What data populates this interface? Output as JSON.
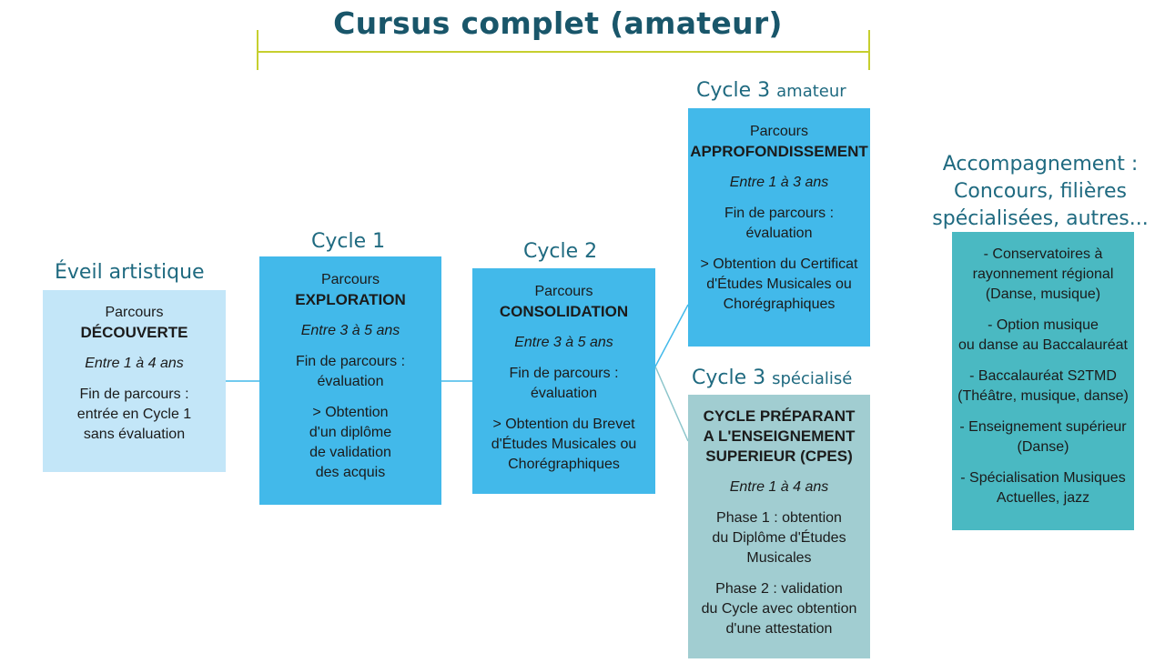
{
  "title": "Cursus complet (amateur)",
  "headings": {
    "eveil": "Éveil artistique",
    "cycle1": "Cycle 1",
    "cycle2": "Cycle 2",
    "cycle3_amateur_main": "Cycle 3",
    "cycle3_amateur_small": "amateur",
    "cycle3_special_main": "Cycle 3",
    "cycle3_special_small": "spécialisé",
    "accompagnement": [
      "Accompagnement :",
      "Concours, filières",
      "spécialisées, autres..."
    ]
  },
  "boxes": {
    "eveil": {
      "label": "Parcours",
      "name": "DÉCOUVERTE",
      "duration": "Entre 1 à 4 ans",
      "end": [
        "Fin de parcours :",
        "entrée en Cycle 1",
        "sans évaluation"
      ]
    },
    "cycle1": {
      "label": "Parcours",
      "name": "EXPLORATION",
      "duration": "Entre 3 à 5 ans",
      "end": [
        "Fin de parcours :",
        "évaluation"
      ],
      "outcome": [
        "> Obtention",
        "d'un diplôme",
        "de validation",
        "des acquis"
      ]
    },
    "cycle2": {
      "label": "Parcours",
      "name": "CONSOLIDATION",
      "duration": "Entre 3 à 5 ans",
      "end": [
        "Fin de parcours :",
        "évaluation"
      ],
      "outcome": [
        "> Obtention du Brevet",
        "d'Études Musicales ou",
        "Chorégraphiques"
      ]
    },
    "cycle3_amateur": {
      "label": "Parcours",
      "name": "APPROFONDISSEMENT",
      "duration": "Entre 1 à 3 ans",
      "end": [
        "Fin de parcours :",
        "évaluation"
      ],
      "outcome": [
        "> Obtention du Certificat",
        "d'Études Musicales ou",
        "Chorégraphiques"
      ]
    },
    "cycle3_special": {
      "name": [
        "CYCLE PRÉPARANT",
        "A L'ENSEIGNEMENT",
        "SUPERIEUR (CPES)"
      ],
      "duration": "Entre 1 à 4 ans",
      "phase1": [
        "Phase 1 : obtention",
        "du Diplôme d'Études",
        "Musicales"
      ],
      "phase2": [
        "Phase 2 : validation",
        "du Cycle avec obtention",
        "d'une attestation"
      ]
    },
    "accompagnement": {
      "items": [
        [
          "- Conservatoires à",
          "rayonnement régional",
          "(Danse, musique)"
        ],
        [
          "- Option musique",
          "ou danse au Baccalauréat"
        ],
        [
          "- Baccalauréat S2TMD",
          "(Théâtre, musique, danse)"
        ],
        [
          "- Enseignement supérieur",
          "(Danse)"
        ],
        [
          "- Spécialisation Musiques",
          "Actuelles, jazz"
        ]
      ]
    }
  },
  "colors": {
    "title": "#19566a",
    "heading": "#1f6a80",
    "bracket": "#c6cf2e",
    "connector": "#42b9ea",
    "light_blue": "#c3e6f8",
    "blue": "#42b9ea",
    "teal_light": "#a1cdd1",
    "teal": "#4ab9c2"
  }
}
